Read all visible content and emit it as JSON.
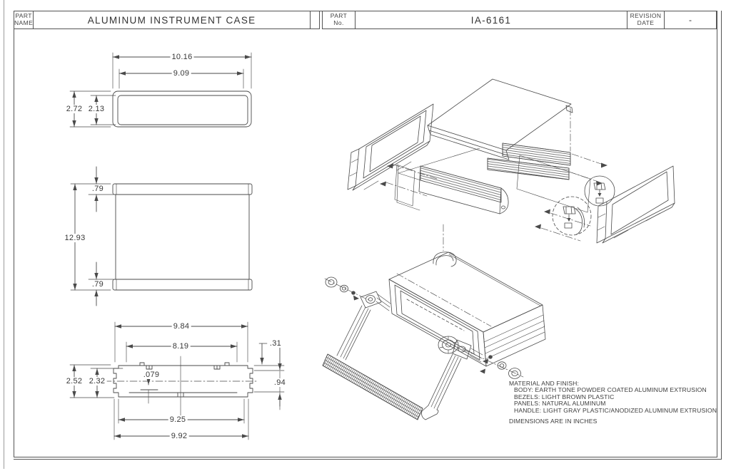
{
  "title_block": {
    "part_name_label": [
      "PART",
      "NAME"
    ],
    "part_name_value": "ALUMINUM INSTRUMENT CASE",
    "part_no_label": [
      "PART",
      "No."
    ],
    "part_no_value": "IA-6161",
    "revision_label": [
      "REVISION",
      "DATE"
    ],
    "revision_value": "-"
  },
  "dimensions": {
    "front_view": {
      "outer_width": "10.16",
      "inner_width": "9.09",
      "outer_height": "2.72",
      "inner_height": "2.13"
    },
    "side_view": {
      "top_lip": ".79",
      "overall_depth": "12.93",
      "bottom_lip": ".79"
    },
    "section_view": {
      "top_width": "9.84",
      "inner_width": "8.19",
      "lip_depth": ".31",
      "wall_thickness": ".079",
      "outer_height": "2.52",
      "inner_height": "2.32",
      "side_height": ".94",
      "inner_bottom_width": "9.25",
      "outer_bottom_width": "9.92"
    }
  },
  "notes": {
    "material_heading": "MATERIAL AND FINISH:",
    "body": "BODY: EARTH TONE POWDER COATED ALUMINUM EXTRUSION",
    "bezels": "BEZELS: LIGHT BROWN PLASTIC",
    "panels": "PANELS: NATURAL ALUMINUM",
    "handle": "HANDLE: LIGHT GRAY PLASTIC/ANODIZED ALUMINUM EXTRUSION",
    "units_note": "DIMENSIONS ARE IN INCHES"
  },
  "colors": {
    "line": "#4a4a4a",
    "border": "#555555",
    "background": "#ffffff"
  }
}
